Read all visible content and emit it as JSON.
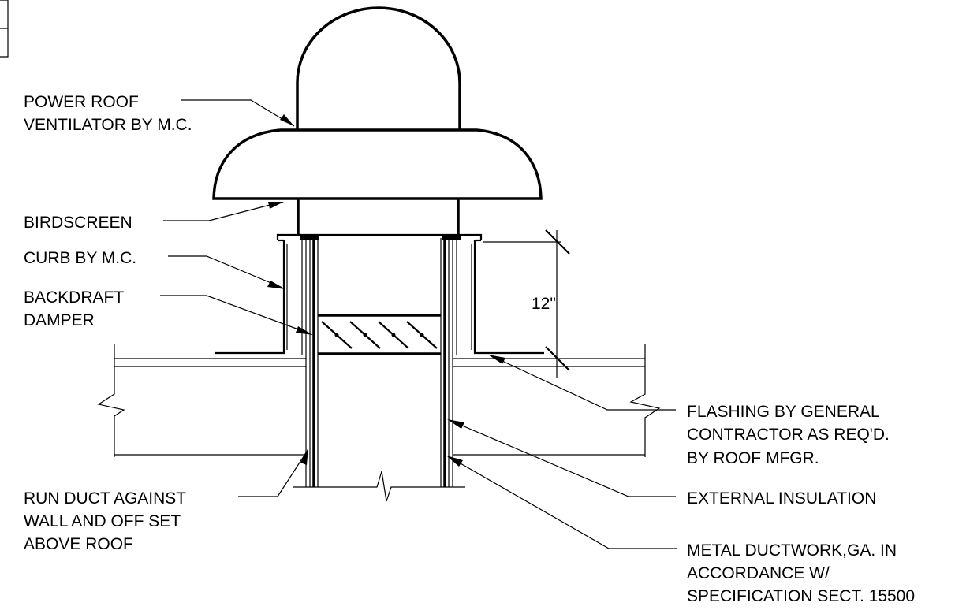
{
  "labels": {
    "power_roof_ventilator": [
      "POWER ROOF",
      "VENTILATOR BY M.C."
    ],
    "birdscreen": [
      "BIRDSCREEN"
    ],
    "curb": [
      "CURB BY M.C."
    ],
    "backdraft_damper": [
      "BACKDRAFT",
      "DAMPER"
    ],
    "flashing": [
      "FLASHING BY GENERAL",
      "CONTRACTOR AS REQ'D.",
      "BY ROOF MFGR."
    ],
    "external_insulation": [
      "EXTERNAL INSULATION"
    ],
    "run_duct": [
      "RUN DUCT AGAINST",
      "WALL AND OFF SET",
      "ABOVE ROOF"
    ],
    "metal_ductwork": [
      "METAL DUCTWORK,GA. IN",
      "ACCORDANCE W/",
      "SPECIFICATION SECT. 15500"
    ]
  },
  "dimension": {
    "curb_height": "12\""
  }
}
